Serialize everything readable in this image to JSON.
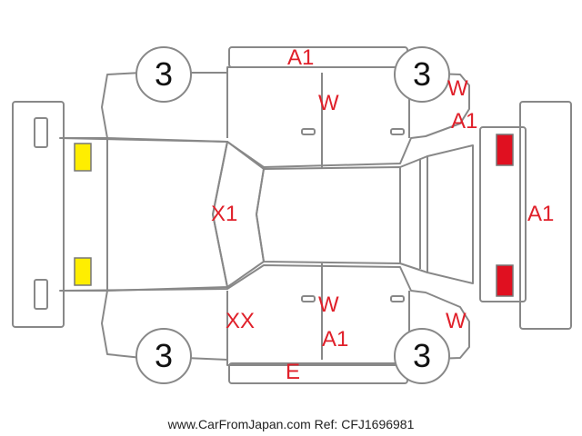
{
  "tire_grades": {
    "front_left": "3",
    "rear_left": "3",
    "front_right": "3",
    "rear_right": "3"
  },
  "damage_marks": {
    "top_panel": "A1",
    "top_door": "W",
    "top_rear_fender_w": "W",
    "top_rear_fender_a1": "A1",
    "hood": "X1",
    "rear_panel": "A1",
    "bottom_front_fender": "XX",
    "bottom_door_w": "W",
    "bottom_door_a1": "A1",
    "bottom_rear_fender": "W",
    "bottom_panel": "E"
  },
  "colors": {
    "marks": "#e0202a",
    "front_lights": "#ffee00",
    "rear_lights": "#e01020",
    "outline": "#888888"
  },
  "footer": "www.CarFromJapan.com Ref: CFJ1696981"
}
